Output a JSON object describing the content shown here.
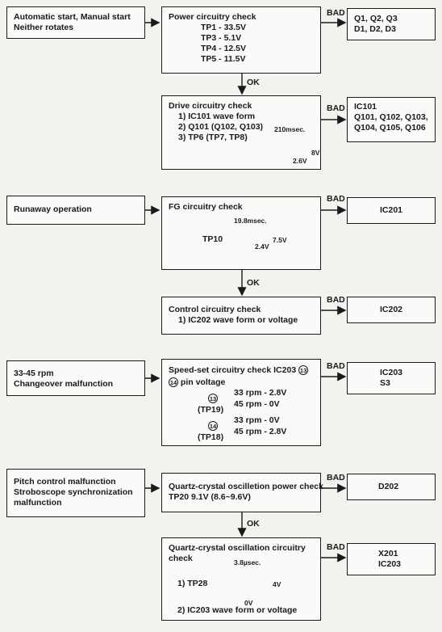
{
  "bad_label": "BAD",
  "ok_label": "OK",
  "conditions": {
    "c1": {
      "line1": "Automatic start, Manual start",
      "line2": "Neither rotates"
    },
    "c2": {
      "line1": "Runaway operation"
    },
    "c3": {
      "line1": "33-45 rpm",
      "line2": "Changeover malfunction"
    },
    "c4": {
      "line1": "Pitch control malfunction",
      "line2": "Stroboscope synchronization",
      "line3": "malfunction"
    }
  },
  "checks": {
    "power": {
      "title": "Power circuitry check",
      "values": [
        "TP1 - 33.5V",
        "TP3 - 5.1V",
        "TP4 - 12.5V",
        "TP5 - 11.5V"
      ]
    },
    "drive": {
      "title": "Drive circuitry check",
      "items": [
        "1) IC101 wave form",
        "2) Q101 (Q102, Q103)",
        "3) TP6 (TP7, TP8)"
      ],
      "wave": {
        "period": "210msec.",
        "low": "2.6V",
        "high": "8V"
      }
    },
    "fg": {
      "title": "FG circuitry check",
      "tp": "TP10",
      "wave": {
        "period": "19.8msec.",
        "low": "2.4V",
        "high": "7.5V"
      }
    },
    "control": {
      "title": "Control circuitry check",
      "item": "1) IC202 wave form or voltage"
    },
    "speed": {
      "title": "Speed-set circuitry check IC203",
      "pin_a": "13",
      "pin_b": "14",
      "pin_voltage": "pin voltage",
      "group13": {
        "tp": "(TP19)",
        "rows": [
          "33 rpm - 2.8V",
          "45 rpm - 0V"
        ]
      },
      "group14": {
        "tp": "(TP18)",
        "rows": [
          "33 rpm - 0V",
          "45 rpm - 2.8V"
        ]
      }
    },
    "quartz_power": {
      "title": "Quartz-crystal oscilletion power check",
      "line2": "TP20  9.1V (8.6~9.6V)"
    },
    "quartz_osc": {
      "title": "Quartz-crystal oscillation circuitry",
      "title2": "check",
      "item1": "1) TP28",
      "item2": "2) IC203 wave form or voltage",
      "wave": {
        "period": "3.8µsec.",
        "high": "4V",
        "low": "0V"
      }
    }
  },
  "results": {
    "r1": [
      "Q1, Q2, Q3",
      "D1, D2, D3"
    ],
    "r2": [
      "IC101",
      "Q101, Q102, Q103,",
      "Q104, Q105, Q106"
    ],
    "r3": [
      "IC201"
    ],
    "r4": [
      "IC202"
    ],
    "r5": [
      "IC203",
      "S3"
    ],
    "r6": [
      "D202"
    ],
    "r7": [
      "X201",
      "IC203"
    ]
  }
}
